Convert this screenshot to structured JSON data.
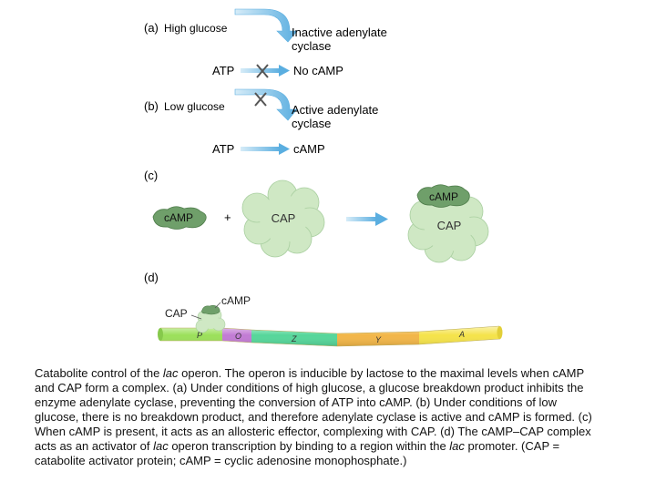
{
  "panel_a": {
    "label": "(a)",
    "condition": "High glucose",
    "enzyme_line1": "Inactive adenylate",
    "enzyme_line2": "cyclase",
    "substrate": "ATP",
    "product": "No cAMP"
  },
  "panel_b": {
    "label": "(b)",
    "condition": "Low glucose",
    "enzyme_line1": "Active adenylate",
    "enzyme_line2": "cyclase",
    "substrate": "ATP",
    "product": "cAMP"
  },
  "panel_c": {
    "label": "(c)",
    "camp": "cAMP",
    "plus": "+",
    "cap": "CAP",
    "complex_camp": "cAMP",
    "complex_cap": "CAP"
  },
  "panel_d": {
    "label": "(d)",
    "cap": "CAP",
    "camp": "cAMP",
    "regions": [
      "P",
      "O",
      "Z",
      "Y",
      "A"
    ]
  },
  "caption": {
    "p1": "Catabolite control of the ",
    "lac1": "lac",
    "p2": " operon. The operon is inducible by lactose to the maximal levels when cAMP and CAP form a complex. (a) Under conditions of high glucose, a glucose breakdown product inhibits the enzyme adenylate cyclase, preventing the conversion of ATP into cAMP. (b) Under conditions of low glucose, there is no breakdown product, and therefore adenylate cyclase is active and cAMP is formed. (c) When cAMP is present, it acts as an allosteric effector, complexing with CAP. (d) The cAMP–CAP complex acts as an activator of ",
    "lac2": "lac",
    "p3": " operon transcription by binding to a region within the ",
    "lac3": "lac",
    "p4": " promoter. (CAP = catabolite activator protein; cAMP = cyclic adenosine monophosphate.)"
  },
  "colors": {
    "enzyme": "#7fb8df",
    "arrow": "#5aaee0",
    "cap_protein": "#cfe8c4",
    "camp_blob": "#6f9f6a",
    "dna_p": "#9be05a",
    "dna_o": "#c27bd4",
    "dna_z": "#56d69a",
    "dna_y": "#f2b648",
    "dna_a": "#f5e34a"
  }
}
